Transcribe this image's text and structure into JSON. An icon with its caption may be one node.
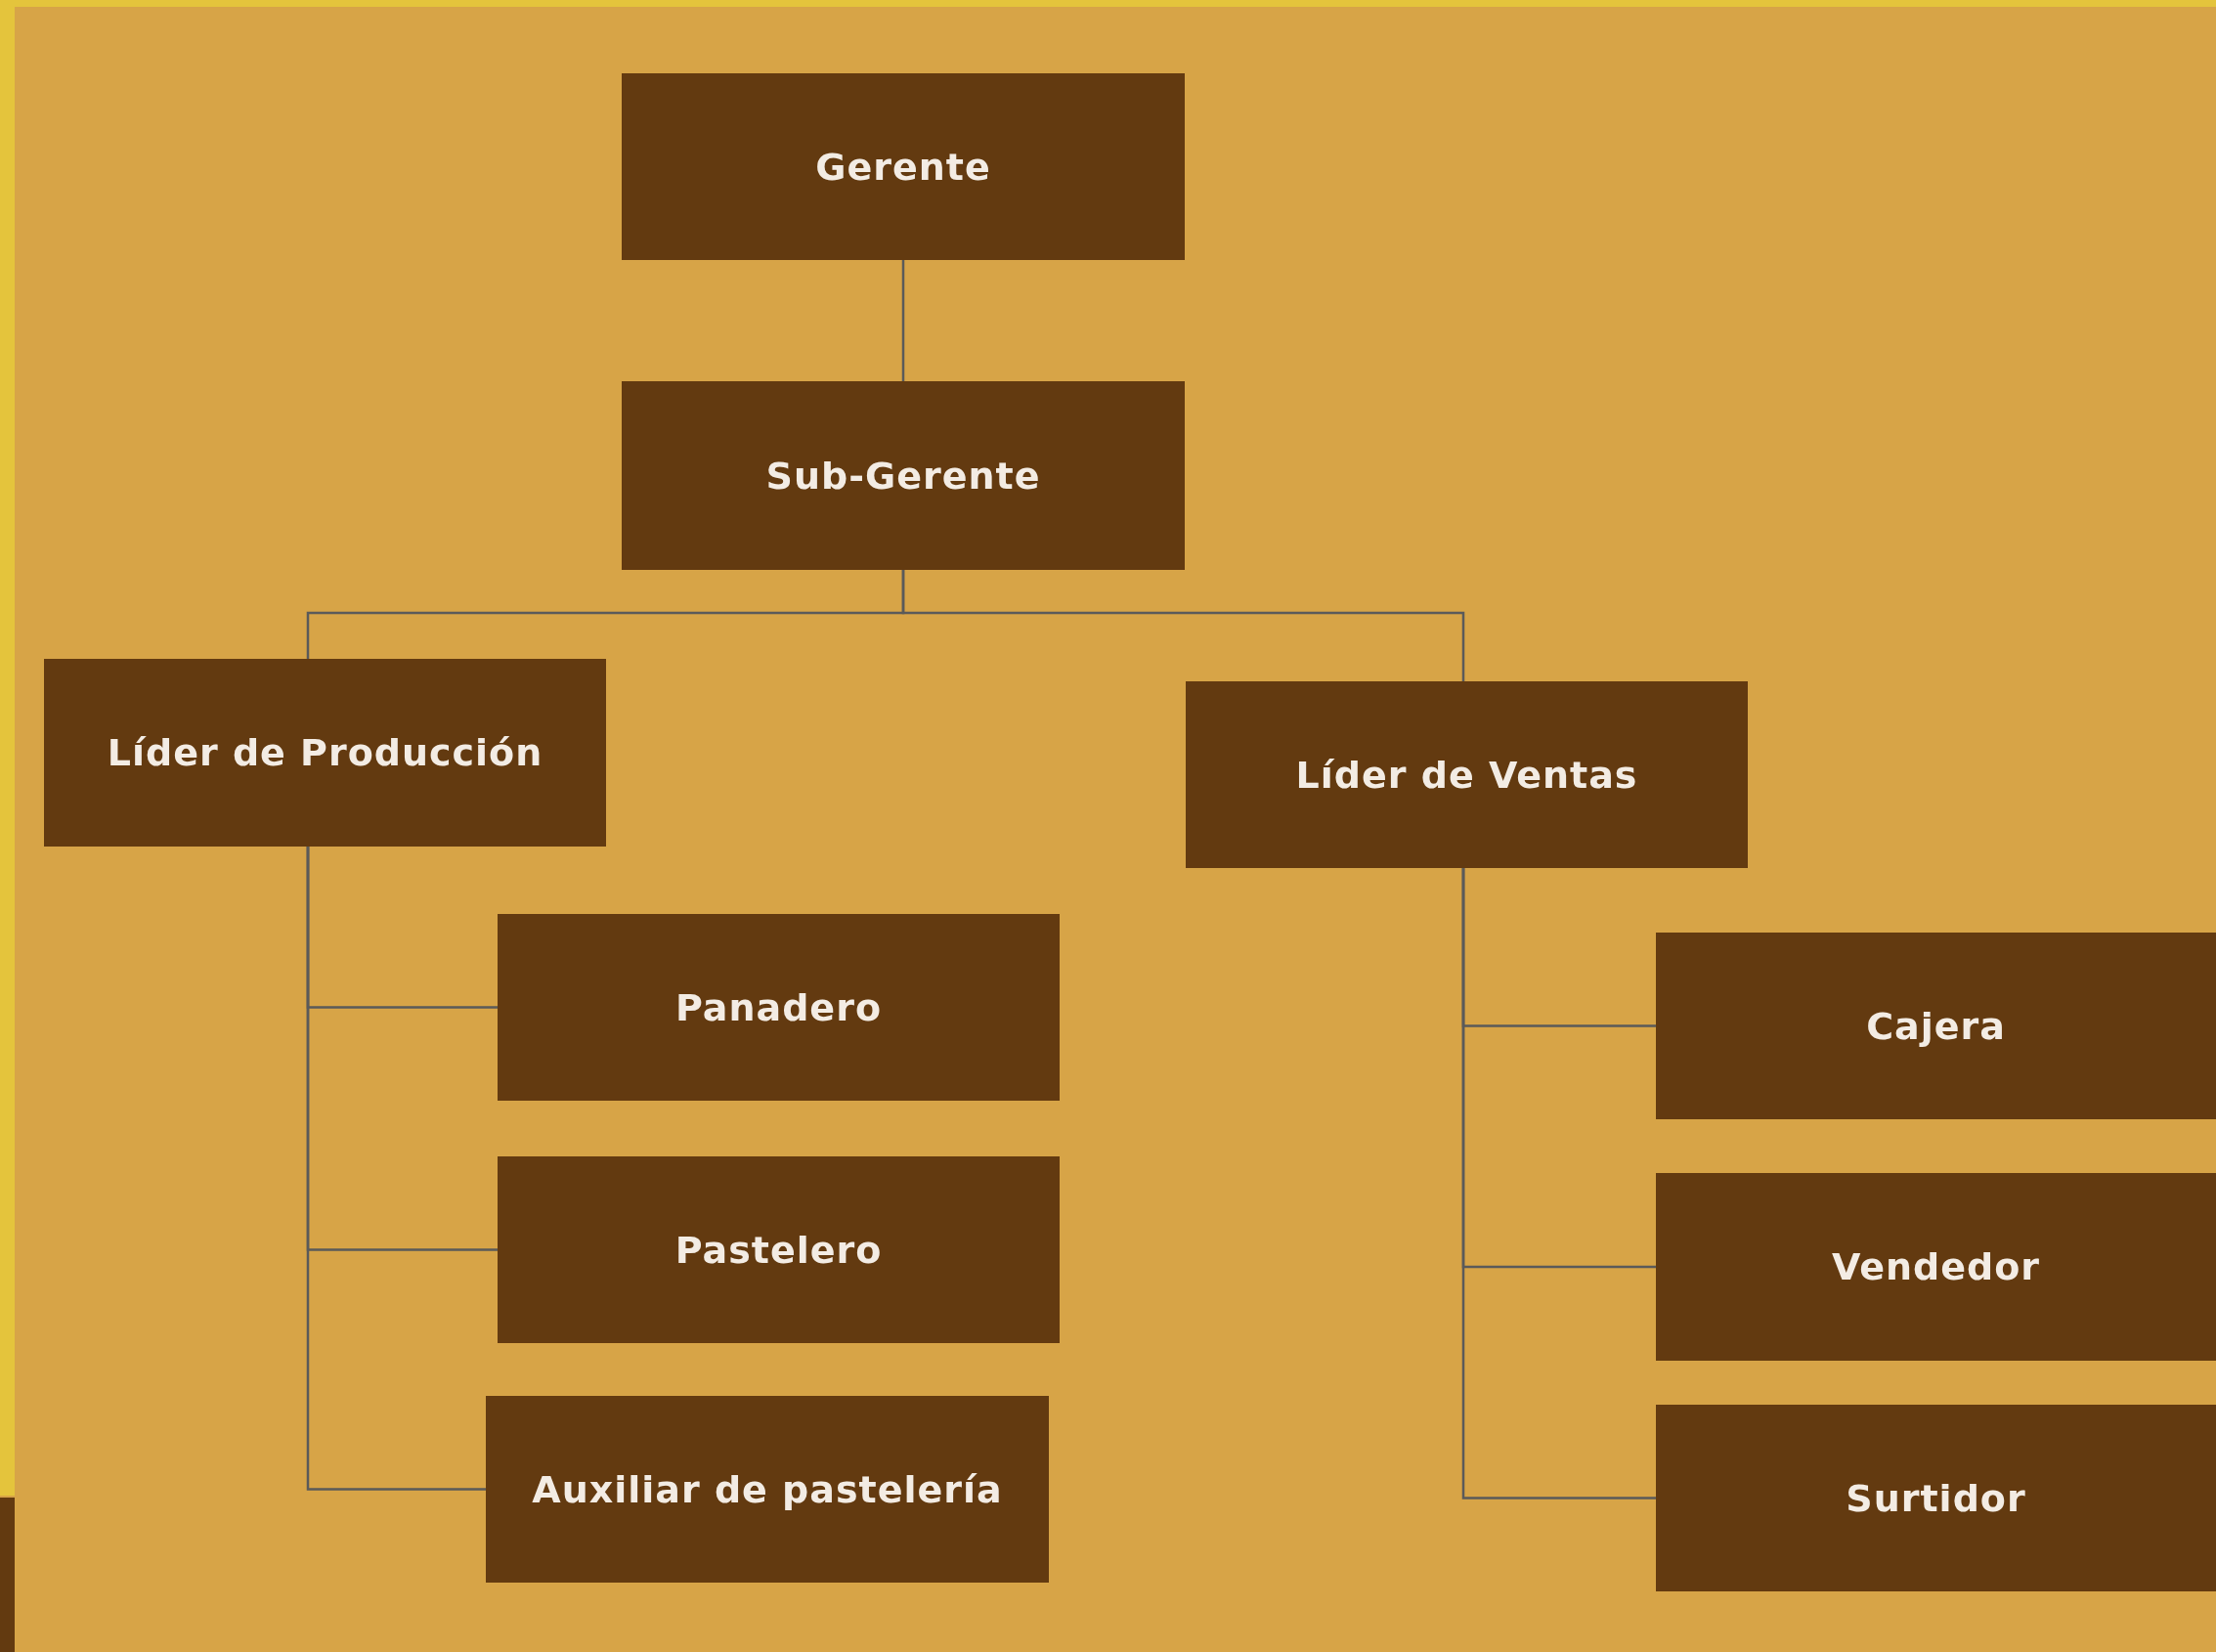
{
  "diagram": {
    "nodes": [
      {
        "text": [
          "Gerente"
        ]
      },
      {
        "text": [
          "Sub-Gerente"
        ]
      },
      {
        "text": [
          "Líder de Producción"
        ]
      },
      {
        "text": [
          "Líder de Ventas"
        ]
      },
      {
        "text": [
          "Panadero"
        ]
      },
      {
        "text": [
          "Pastelero"
        ]
      },
      {
        "text": [
          "Auxiliar de pastelería"
        ]
      },
      {
        "text": [
          "Cajera"
        ]
      },
      {
        "text": [
          "Vendedor"
        ]
      },
      {
        "text": [
          "Surtidor"
        ]
      }
    ],
    "edges": [
      {
        "from": 0,
        "to": 1,
        "arrow": "none"
      },
      {
        "from": 1,
        "to": 2,
        "arrow": "none"
      },
      {
        "from": 1,
        "to": 3,
        "arrow": "none"
      },
      {
        "from": 2,
        "to": 4,
        "arrow": "none"
      },
      {
        "from": 2,
        "to": 5,
        "arrow": "none"
      },
      {
        "from": 2,
        "to": 6,
        "arrow": "none"
      },
      {
        "from": 3,
        "to": 7,
        "arrow": "none"
      },
      {
        "from": 3,
        "to": 8,
        "arrow": "none"
      },
      {
        "from": 3,
        "to": 9,
        "arrow": "none"
      }
    ]
  }
}
